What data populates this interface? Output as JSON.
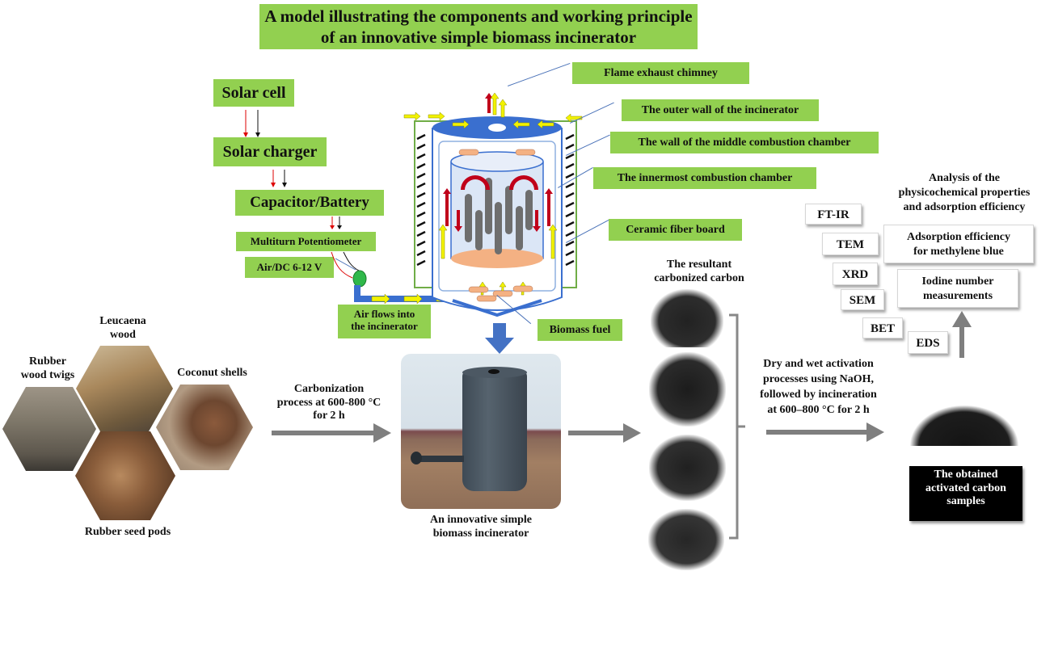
{
  "title": "A model illustrating the components and working principle of an innovative simple biomass incinerator",
  "title_lines": [
    "A model illustrating the components and working principle",
    "of an innovative simple biomass incinerator"
  ],
  "colors": {
    "label_green": "#92d050",
    "diagram_blue": "#3a6fcf",
    "air_yellow": "#f2f200",
    "flame_red": "#c0001a",
    "fuel_orange": "#f4b183",
    "gray_arrow": "#7f7f7f",
    "dark_box": "#000000"
  },
  "power_chain": {
    "solar_cell": "Solar cell",
    "solar_charger": "Solar charger",
    "capacitor_battery": "Capacitor/Battery",
    "potentiometer": "Multiturn Potentiometer",
    "air_dc": "Air/DC  6-12 V"
  },
  "incinerator_labels": {
    "chimney": "Flame exhaust chimney",
    "outer_wall": "The outer wall of the incinerator",
    "middle_wall": "The wall of the middle combustion chamber",
    "innermost": "The innermost combustion chamber",
    "ceramic": "Ceramic fiber board",
    "biomass_fuel": "Biomass fuel",
    "air_flow": "Air flows into the incinerator",
    "air_flow_lines": [
      "Air flows into",
      "the incinerator"
    ]
  },
  "feedstocks": {
    "leucaena": "Leucaena wood",
    "leucaena_lines": [
      "Leucaena",
      "wood"
    ],
    "rubber_twigs": "Rubber wood twigs",
    "rubber_twigs_lines": [
      "Rubber",
      "wood twigs"
    ],
    "coconut": "Coconut shells",
    "seed_pods": "Rubber seed pods"
  },
  "process": {
    "carbonization_lines": [
      "Carbonization",
      "process at 600-800 °C",
      "for 2 h"
    ],
    "incinerator_photo_caption_lines": [
      "An innovative simple",
      "biomass incinerator"
    ],
    "carbonized_caption_lines": [
      "The resultant",
      "carbonized carbon"
    ],
    "activation_lines": [
      "Dry and wet activation",
      "processes using NaOH,",
      "followed by incineration",
      "at 600–800 °C for 2  h"
    ],
    "activated_caption_lines": [
      "The obtained",
      "activated carbon",
      "samples"
    ]
  },
  "analysis": {
    "heading_lines": [
      "Analysis of the",
      "physicochemical properties",
      "and adsorption efficiency"
    ],
    "techniques": [
      "FT-IR",
      "TEM",
      "XRD",
      "SEM",
      "BET",
      "EDS"
    ],
    "adsorption_lines": [
      "Adsorption efficiency",
      "for methylene blue"
    ],
    "iodine_lines": [
      "Iodine number",
      "measurements"
    ]
  }
}
